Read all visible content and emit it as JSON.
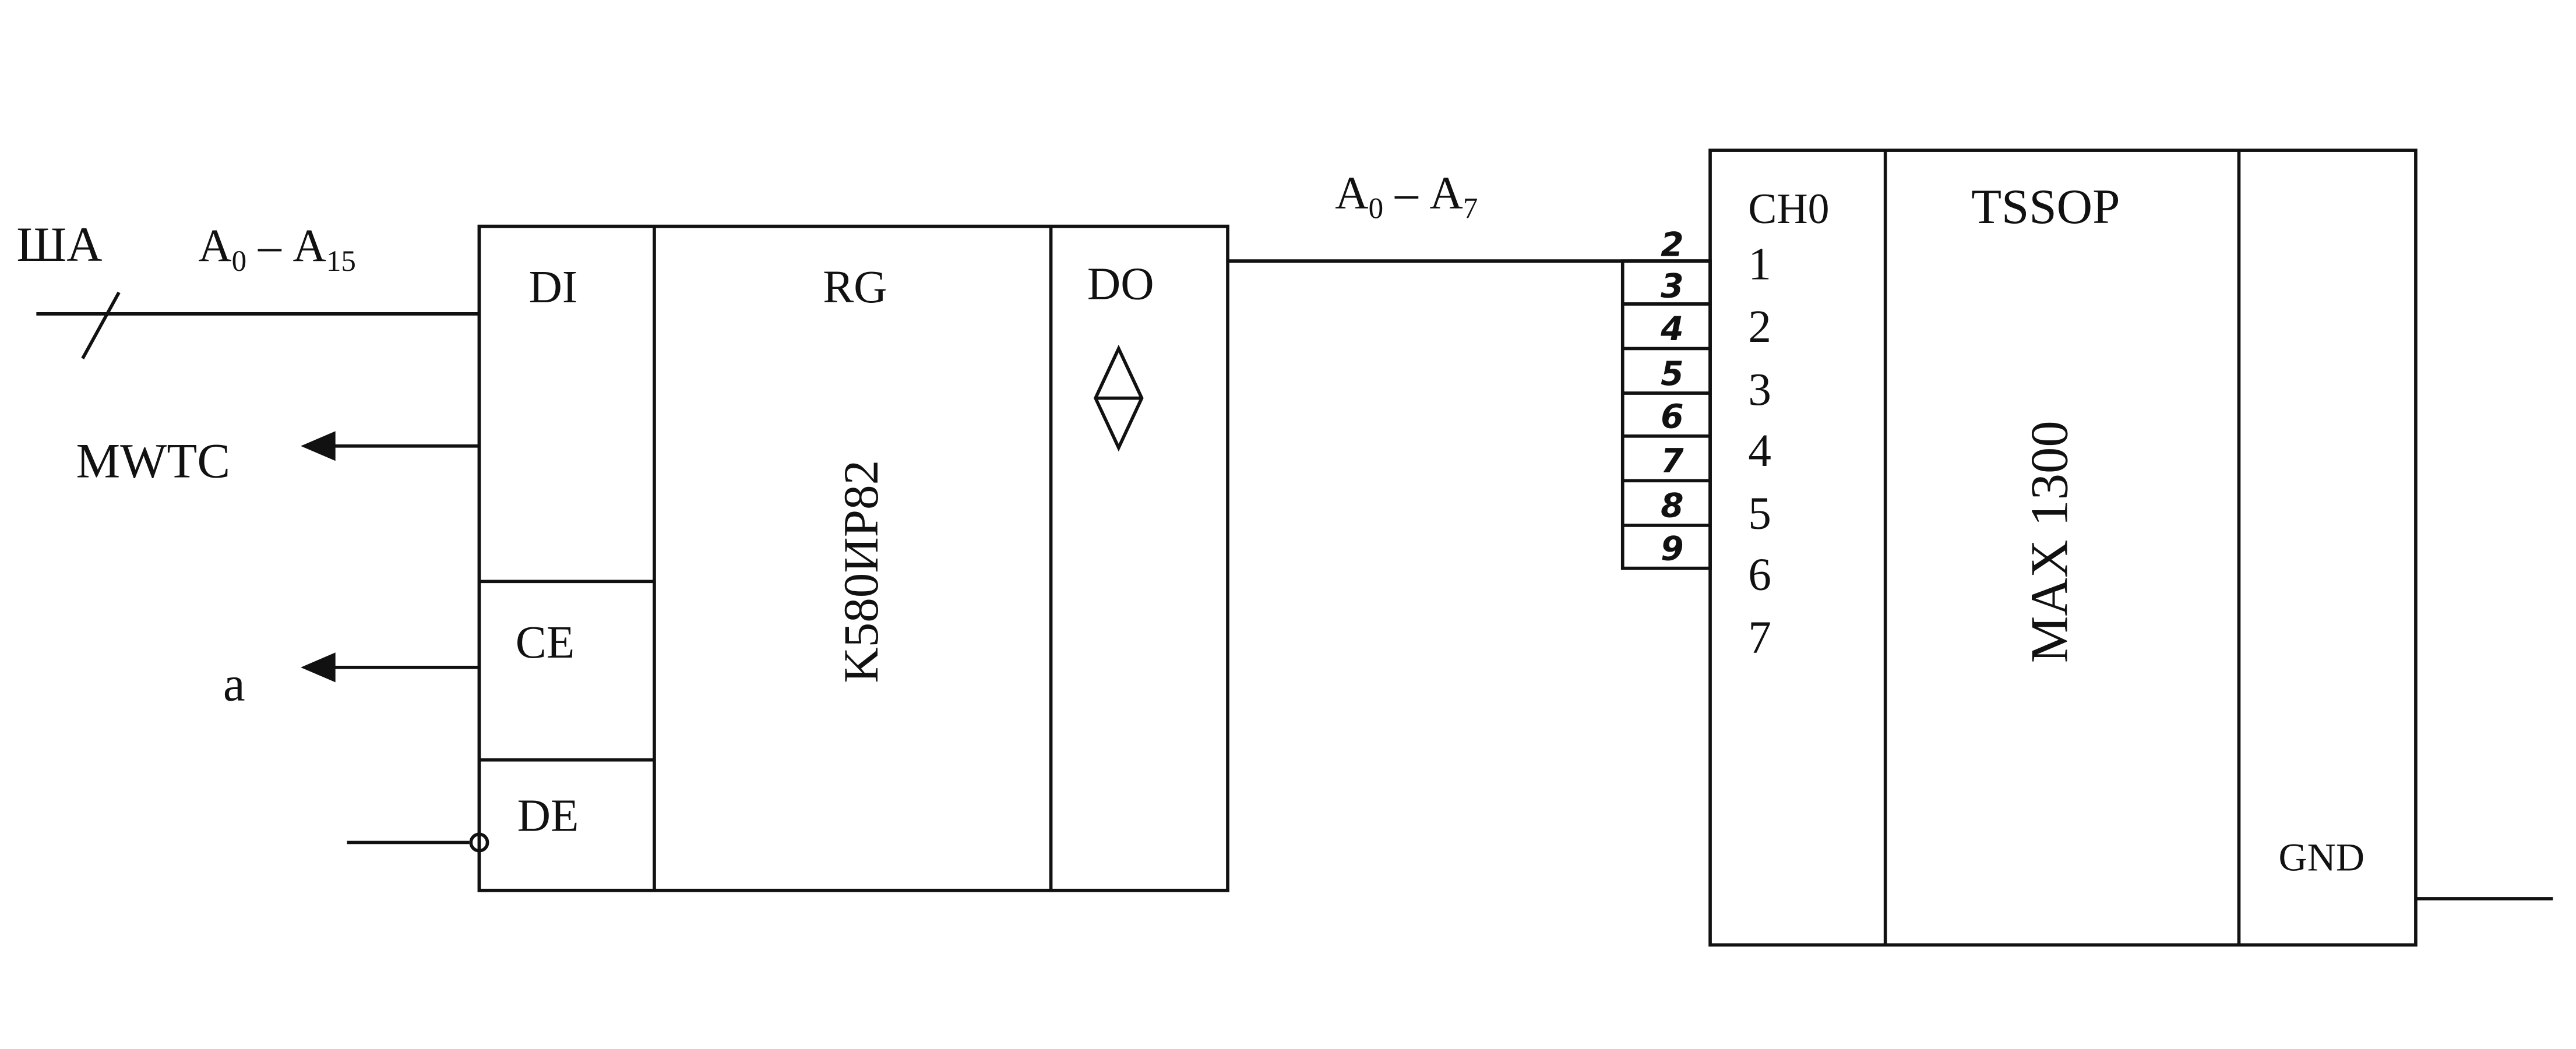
{
  "bus": {
    "name": "ША",
    "left_range": {
      "base1": "A",
      "sub1": "0",
      "dash": " – ",
      "base2": "A",
      "sub2": "15"
    },
    "right_range": {
      "base1": "A",
      "sub1": "0",
      "dash": " – ",
      "base2": "A",
      "sub2": "7"
    }
  },
  "signals": {
    "mwtc": "MWTC",
    "a": "a"
  },
  "register": {
    "di": "DI",
    "rg": "RG",
    "do": "DO",
    "ce": "CE",
    "de": "DE",
    "part": "K580ИР82"
  },
  "adc": {
    "ch0": "CH0",
    "package": "TSSOP",
    "part": "MAX 1300",
    "gnd": "GND",
    "channels": [
      "1",
      "2",
      "3",
      "4",
      "5",
      "6",
      "7"
    ]
  },
  "pin_numbers": [
    "2",
    "3",
    "4",
    "5",
    "6",
    "7",
    "8",
    "9"
  ]
}
